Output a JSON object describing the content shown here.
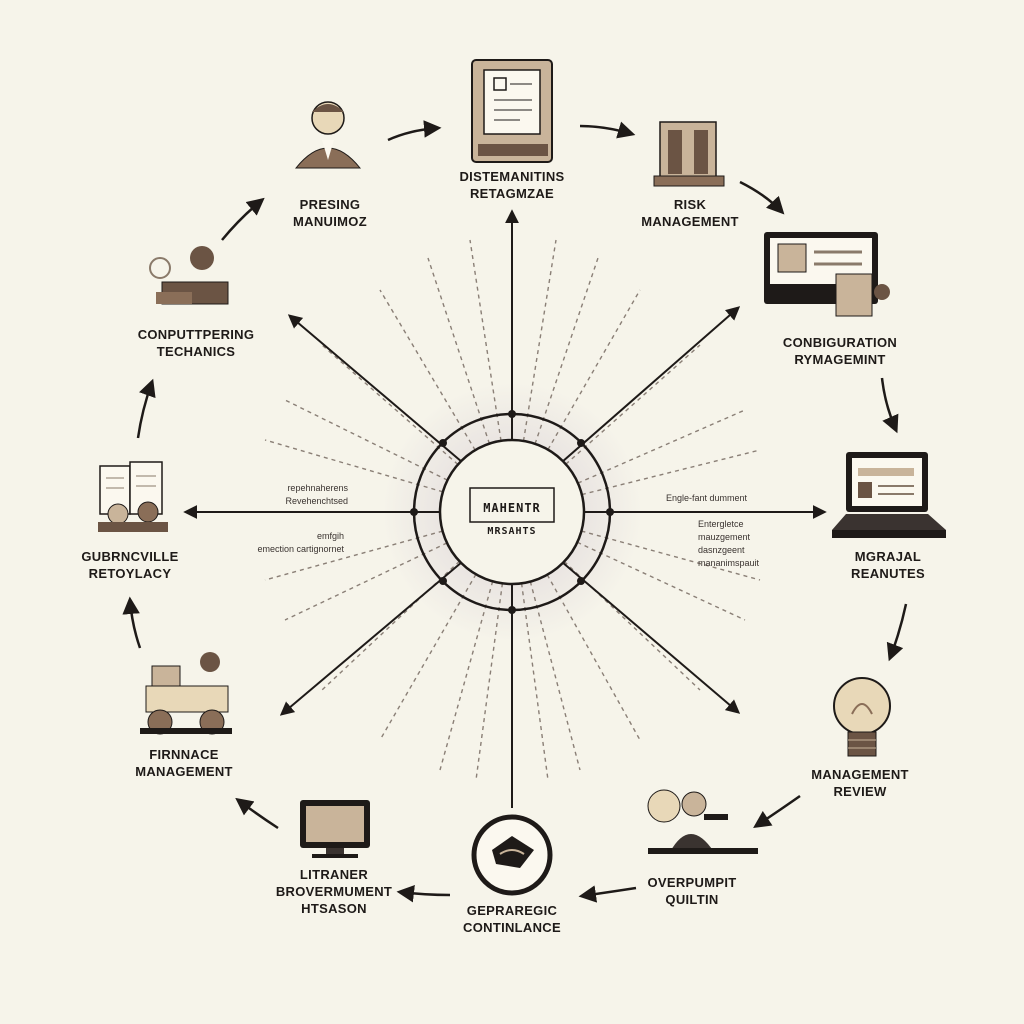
{
  "center": {
    "line1": "MAHENTR",
    "line2": "MRSAHTS"
  },
  "nodes": [
    {
      "id": "top",
      "line1": "DISTEMANITINS",
      "line2": "RETAGMZAE",
      "icon": "document-board-icon"
    },
    {
      "id": "risk",
      "line1": "RISK",
      "line2": "MANAGEMENT",
      "icon": "building-icon"
    },
    {
      "id": "config",
      "line1": "CONBIGURATION",
      "line2": "RYMAGEMINT",
      "icon": "monitor-icon"
    },
    {
      "id": "material",
      "line1": "MGRAJAL",
      "line2": "REANUTES",
      "icon": "laptop-icon"
    },
    {
      "id": "review",
      "line1": "MANAGEMENT",
      "line2": "REVIEW",
      "icon": "lightbulb-icon"
    },
    {
      "id": "overpumpit",
      "line1": "OVERPUMPIT",
      "line2": "QUILTIN",
      "icon": "person-desk-icon"
    },
    {
      "id": "compliance",
      "line1": "GEPRAREGIC",
      "line2": "CONTINLANCE",
      "icon": "seal-icon"
    },
    {
      "id": "litraner",
      "line1": "LITRANER",
      "line2": "BROVERMUMENT",
      "line3": "HTSASON",
      "icon": "computer-icon"
    },
    {
      "id": "finance",
      "line1": "FIRNNACE",
      "line2": "MANAGEMENT",
      "icon": "team-icon"
    },
    {
      "id": "governance",
      "line1": "GUBRNCVILLE",
      "line2": "RETOYLACY",
      "icon": "books-icon"
    },
    {
      "id": "computering",
      "line1": "CONPUTTPERING",
      "line2": "TECHANICS",
      "icon": "worker-icon"
    },
    {
      "id": "presing",
      "line1": "PRESING",
      "line2": "MANUIMOZ",
      "icon": "businessman-icon"
    }
  ],
  "annotations": {
    "left_upper": [
      "repehnaherens",
      "Revehenchtsed"
    ],
    "left_lower": [
      "emfgih",
      "emection cartignornet"
    ],
    "right_upper": [
      "Engle-fant dumment"
    ],
    "right_lower": [
      "Entergletce",
      "mauzgement",
      "dasnzgeent",
      "mananimspauit"
    ]
  },
  "colors": {
    "background": "#f6f4ea",
    "ink": "#1e1a18",
    "accent": "#8a7a6a",
    "icon_fill": "#6b5444",
    "icon_light": "#c9b49a"
  }
}
